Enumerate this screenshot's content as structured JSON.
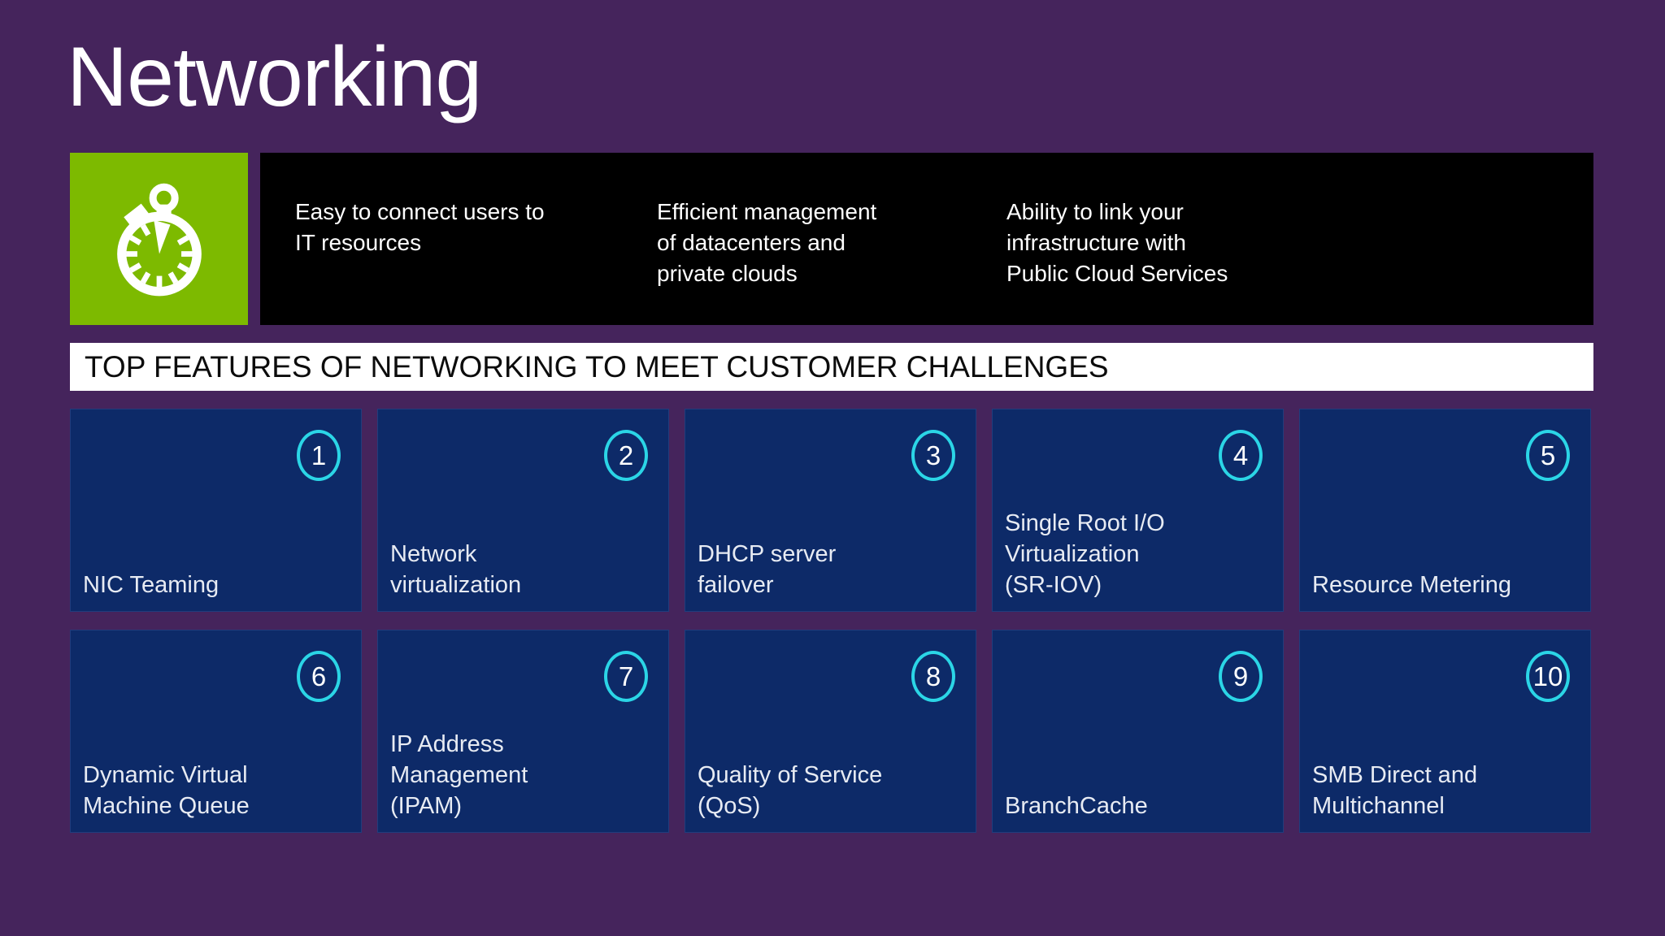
{
  "page": {
    "title": "Networking"
  },
  "hero": {
    "icon": "stopwatch-icon",
    "icon_tile_color": "#7dba00",
    "banner_color": "#000000",
    "benefits": [
      {
        "text": "Easy to connect users to\nIT resources"
      },
      {
        "text": "Efficient management\nof datacenters and\nprivate clouds"
      },
      {
        "text": "Ability to link your\ninfrastructure with\nPublic Cloud Services"
      }
    ]
  },
  "section": {
    "header": "TOP FEATURES OF NETWORKING TO MEET CUSTOMER CHALLENGES"
  },
  "tiles": [
    {
      "number": "1",
      "label": "NIC Teaming"
    },
    {
      "number": "2",
      "label": "Network\nvirtualization"
    },
    {
      "number": "3",
      "label": "DHCP server\nfailover"
    },
    {
      "number": "4",
      "label": "Single Root I/O\nVirtualization\n(SR-IOV)"
    },
    {
      "number": "5",
      "label": "Resource Metering"
    },
    {
      "number": "6",
      "label": "Dynamic Virtual\nMachine Queue"
    },
    {
      "number": "7",
      "label": "IP Address\nManagement\n(IPAM)"
    },
    {
      "number": "8",
      "label": "Quality of Service\n(QoS)"
    },
    {
      "number": "9",
      "label": "BranchCache"
    },
    {
      "number": "10",
      "label": "SMB Direct and\nMultichannel"
    }
  ],
  "colors": {
    "background": "#45245c",
    "tile_navy": "#0d2a68",
    "badge_cyan": "#2bd5e6",
    "icon_green": "#7dba00",
    "banner_black": "#000000",
    "section_bar_white": "#ffffff"
  }
}
